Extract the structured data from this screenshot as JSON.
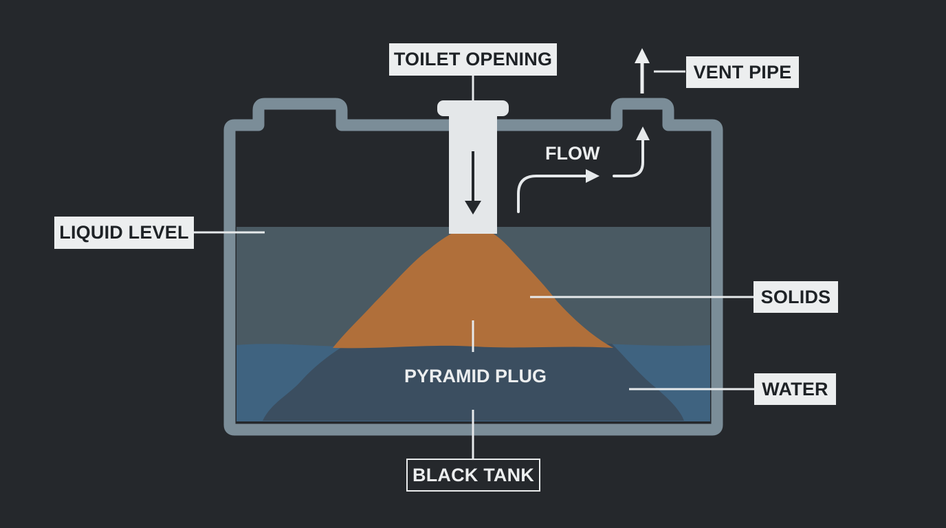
{
  "diagram": {
    "labels": {
      "toilet_opening": "TOILET OPENING",
      "vent_pipe": "VENT PIPE",
      "flow": "FLOW",
      "liquid_level": "LIQUID LEVEL",
      "solids": "SOLIDS",
      "pyramid_plug": "PYRAMID PLUG",
      "water": "WATER",
      "black_tank": "BLACK TANK"
    },
    "colors": {
      "background": "#25282c",
      "tank_wall": "#7b8d98",
      "pipe": "#e4e7e9",
      "liquid_upper": "#4a5a63",
      "water_lower": "#3f6380",
      "plug_base": "#3b4e60",
      "solids": "#b06f3a",
      "label_bg": "#eceeef",
      "leader_line": "#e6e9eb"
    },
    "icons": [
      "down-arrow-icon",
      "flow-arrow-icon",
      "vent-up-arrow-icon"
    ]
  }
}
